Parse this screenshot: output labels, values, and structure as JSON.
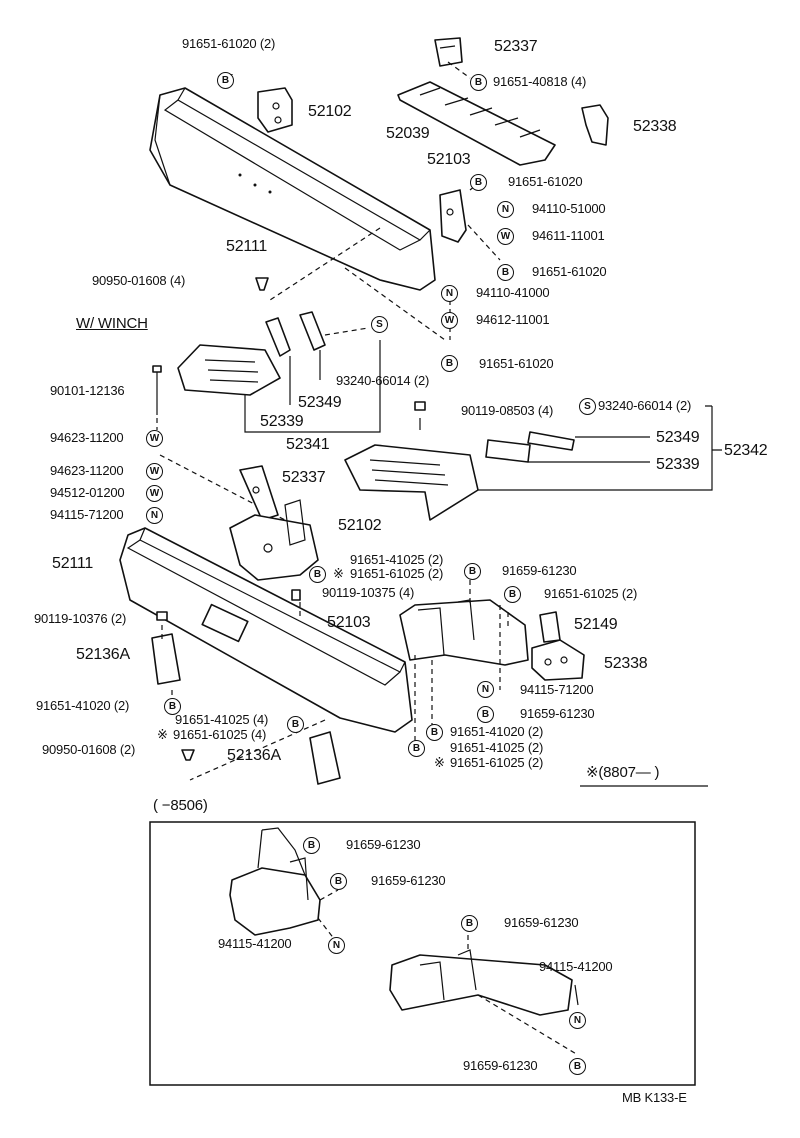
{
  "section_title": "W/ WINCH",
  "note_range": "※(8807—          )",
  "inset_range": "(        −8506)",
  "diagram_code": "MB  K133-E",
  "symbols": {
    "bolt": "B",
    "nut": "N",
    "washer": "W",
    "screw": "S",
    "mark": "※"
  },
  "labels": {
    "l1": "91651-61020 (2)",
    "l2": "52102",
    "l3": "52111",
    "l4": "90950-01608 (4)",
    "l5": "52337",
    "l6": "91651-40818 (4)",
    "l7": "52039",
    "l8": "52338",
    "l9": "52103",
    "l10": "91651-61020",
    "l11": "94110-51000",
    "l12": "94611-11001",
    "l13": "91651-61020",
    "l14": "94110-41000",
    "l15": "94612-11001",
    "l16": "91651-61020",
    "l17": "93240-66014 (2)",
    "l18": "52339",
    "l19": "52349",
    "l20": "52341",
    "l21": "90101-12136",
    "l22": "94623-11200",
    "l23": "94623-11200",
    "l24": "94512-01200",
    "l25": "94115-71200",
    "l26": "90119-08503 (4)",
    "l27": "93240-66014 (2)",
    "l28": "52349",
    "l29": "52342",
    "l30": "52339",
    "l31": "52337",
    "l32": "52102",
    "l33": "52111",
    "l34": "91651-41025 (2)",
    "l35": "91651-61025 (2)",
    "l36": "91659-61230",
    "l37": "90119-10375 (4)",
    "l38": "91651-61025 (2)",
    "l39": "90119-10376 (2)",
    "l40": "52103",
    "l41": "52149",
    "l42": "52136A",
    "l43": "52338",
    "l44": "94115-71200",
    "l45": "91651-41020 (2)",
    "l46": "91659-61230",
    "l47": "91651-41025 (4)",
    "l48": "91651-61025 (4)",
    "l49": "91651-41020 (2)",
    "l50": "90950-01608 (2)",
    "l51": "52136A",
    "l52": "91651-41025 (2)",
    "l53": "91651-61025 (2)",
    "l54": "91659-61230",
    "l55": "91659-61230",
    "l56": "94115-41200",
    "l57": "91659-61230",
    "l58": "94115-41200",
    "l59": "91659-61230"
  }
}
